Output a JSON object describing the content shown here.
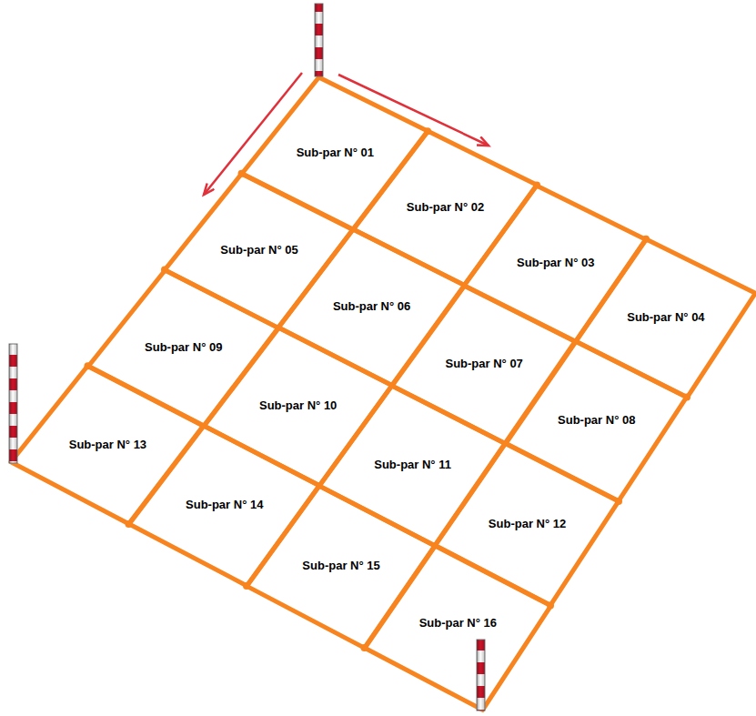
{
  "diagram": {
    "nodes": [
      {
        "text": [
          "Sub-par N° 01"
        ]
      },
      {
        "text": [
          "Sub-par N° 02"
        ]
      },
      {
        "text": [
          "Sub-par N° 03"
        ]
      },
      {
        "text": [
          "Sub-par N° 04"
        ]
      },
      {
        "text": [
          "Sub-par N° 05"
        ]
      },
      {
        "text": [
          "Sub-par N° 06"
        ]
      },
      {
        "text": [
          "Sub-par N° 07"
        ]
      },
      {
        "text": [
          "Sub-par N° 08"
        ]
      },
      {
        "text": [
          "Sub-par N° 09"
        ]
      },
      {
        "text": [
          "Sub-par N° 10"
        ]
      },
      {
        "text": [
          "Sub-par N° 11"
        ]
      },
      {
        "text": [
          "Sub-par N° 12"
        ]
      },
      {
        "text": [
          "Sub-par N° 13"
        ]
      },
      {
        "text": [
          "Sub-par N° 14"
        ]
      },
      {
        "text": [
          "Sub-par N° 15"
        ]
      },
      {
        "text": [
          "Sub-par N° 16"
        ]
      }
    ]
  }
}
